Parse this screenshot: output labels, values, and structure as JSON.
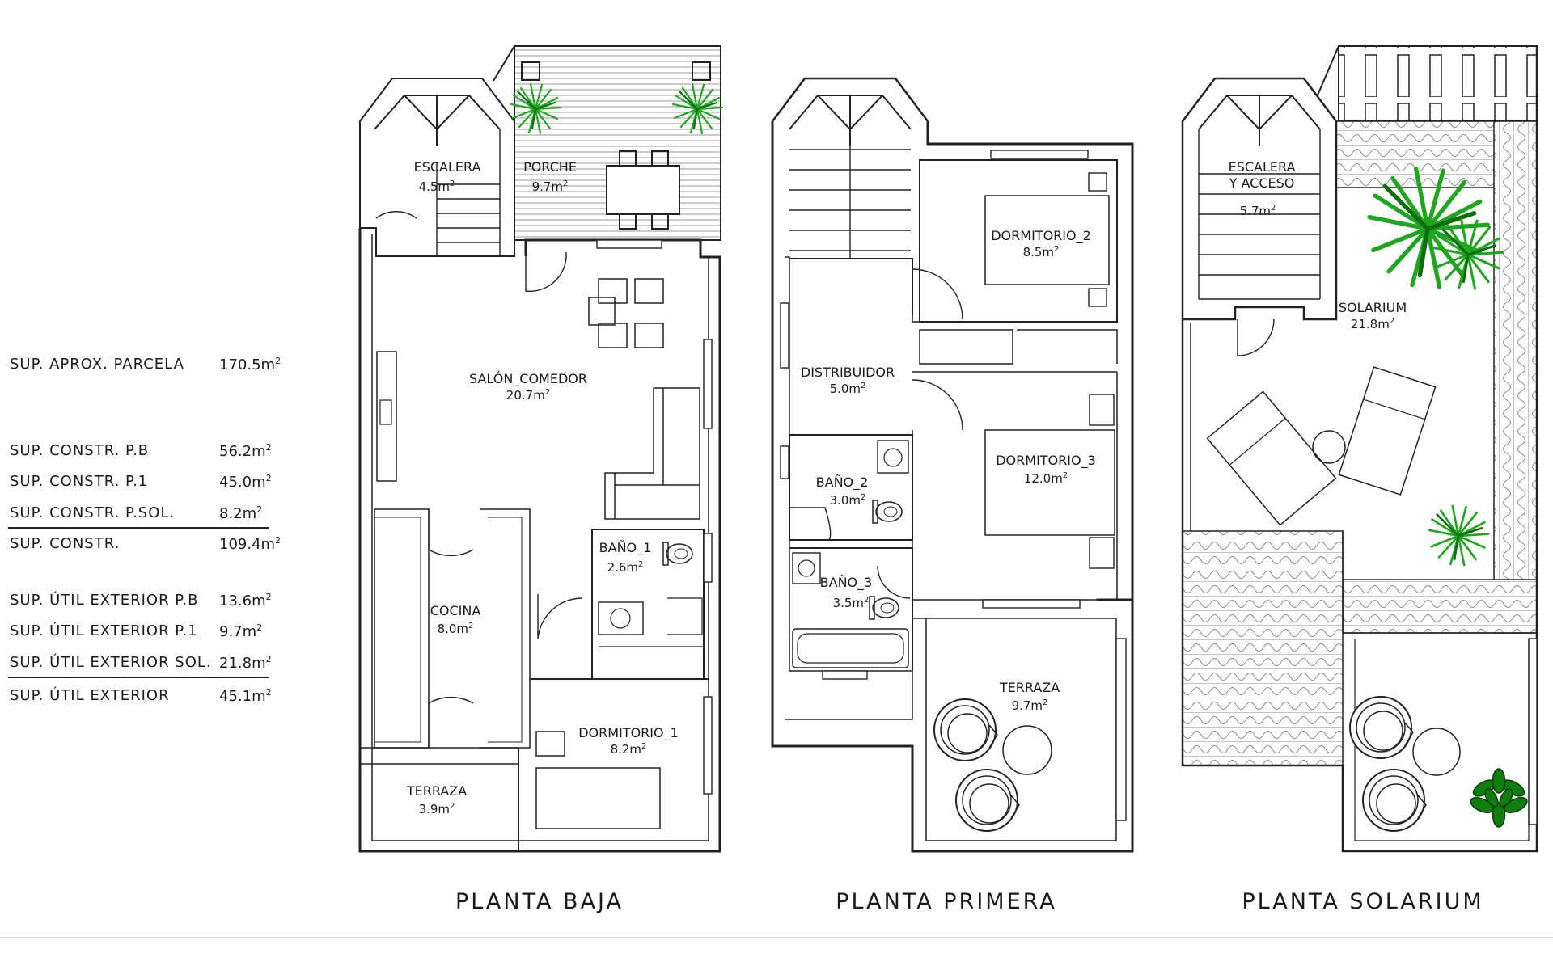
{
  "summary": {
    "area_unit": "m",
    "area_unit_power": "2",
    "rows": [
      {
        "label": "SUP. APROX. PARCELA",
        "value": "170.5"
      },
      {
        "label": "SUP. CONSTR. P.B",
        "value": "56.2"
      },
      {
        "label": "SUP. CONSTR. P.1",
        "value": "45.0"
      },
      {
        "label": "SUP. CONSTR. P.SOL.",
        "value": "8.2"
      },
      {
        "label": "SUP. CONSTR.",
        "value": "109.4"
      },
      {
        "label": "SUP. ÚTIL EXTERIOR P.B",
        "value": "13.6"
      },
      {
        "label": "SUP. ÚTIL EXTERIOR P.1",
        "value": "9.7"
      },
      {
        "label": "SUP. ÚTIL EXTERIOR SOL.",
        "value": "21.8"
      },
      {
        "label": "SUP. ÚTIL EXTERIOR",
        "value": "45.1"
      }
    ]
  },
  "plans": {
    "ground": {
      "title": "PLANTA BAJA",
      "rooms": [
        {
          "name": "ESCALERA",
          "area": "4.5"
        },
        {
          "name": "PORCHE",
          "area": "9.7"
        },
        {
          "name": "SALÓN_COMEDOR",
          "area": "20.7"
        },
        {
          "name": "BAÑO_1",
          "area": "2.6"
        },
        {
          "name": "COCINA",
          "area": "8.0"
        },
        {
          "name": "DORMITORIO_1",
          "area": "8.2"
        },
        {
          "name": "TERRAZA",
          "area": "3.9"
        }
      ]
    },
    "first": {
      "title": "PLANTA PRIMERA",
      "rooms": [
        {
          "name": "DORMITORIO_2",
          "area": "8.5"
        },
        {
          "name": "DISTRIBUIDOR",
          "area": "5.0"
        },
        {
          "name": "DORMITORIO_3",
          "area": "12.0"
        },
        {
          "name": "BAÑO_2",
          "area": "3.0"
        },
        {
          "name": "BAÑO_3",
          "area": "3.5"
        },
        {
          "name": "TERRAZA",
          "area": "9.7"
        }
      ]
    },
    "solarium": {
      "title": "PLANTA SOLARIUM",
      "rooms": [
        {
          "name": "ESCALERA",
          "name2": "Y ACCESO",
          "area": "5.7"
        },
        {
          "name": "SOLARIUM",
          "area": "21.8"
        }
      ]
    }
  },
  "colors": {
    "wall": "#222222",
    "plant": "#1fa51f",
    "plant_dark": "#0b6e0b",
    "tile": "#8a8a8a",
    "line": "#cfcfcf"
  }
}
